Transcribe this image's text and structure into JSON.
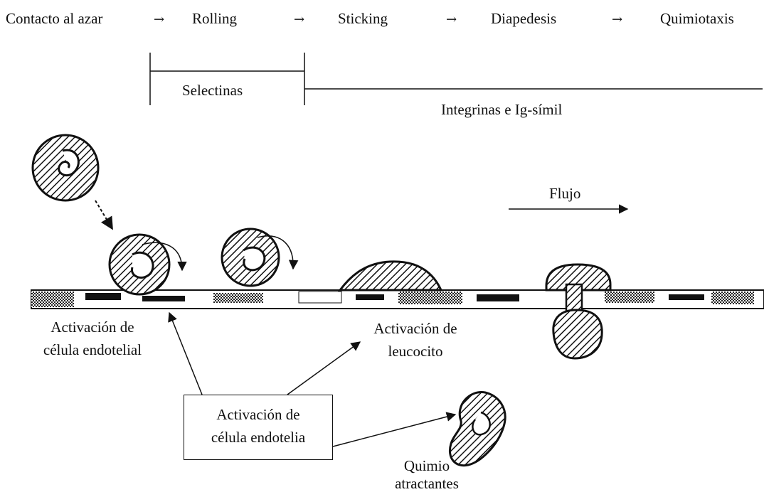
{
  "stages": {
    "s1": "Contacto al azar",
    "s2": "Rolling",
    "s3": "Sticking",
    "s4": "Diapedesis",
    "s5": "Quimiotaxis",
    "arrow": "→"
  },
  "brackets": {
    "selectinas": "Selectinas",
    "integrinas": "Integrinas e Ig-símil"
  },
  "labels": {
    "flujo": "Flujo",
    "endotelial_line1": "Activación de",
    "endotelial_line2": "célula endotelial",
    "leucocito_line1": "Activación de",
    "leucocito_line2": "leucocito",
    "box_line1": "Activación de",
    "box_line2": "célula endotelia",
    "quimio_line1": "Quimio",
    "quimio_line2": "atractantes"
  }
}
